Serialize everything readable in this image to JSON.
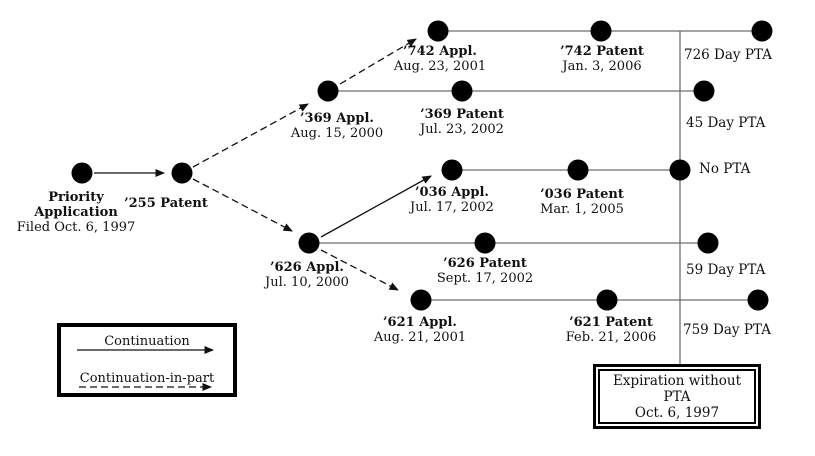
{
  "nodes": {
    "priority": {
      "title": "Priority Application",
      "date": "Filed Oct. 6, 1997"
    },
    "p255": {
      "title": "’255 Patent"
    },
    "a369": {
      "title": "’369 Appl.",
      "date": "Aug. 15, 2000"
    },
    "a742": {
      "title": "’742 Appl.",
      "date": "Aug. 23, 2001"
    },
    "p742": {
      "title": "’742 Patent",
      "date": "Jan. 3, 2006"
    },
    "p369": {
      "title": "’369 Patent",
      "date": "Jul. 23, 2002"
    },
    "a036": {
      "title": "’036 Appl.",
      "date": "Jul. 17, 2002"
    },
    "p036": {
      "title": "’036 Patent",
      "date": "Mar. 1, 2005"
    },
    "a626": {
      "title": "’626 Appl.",
      "date": "Jul. 10, 2000"
    },
    "p626": {
      "title": "’626 Patent",
      "date": "Sept. 17, 2002"
    },
    "a621": {
      "title": "’621 Appl.",
      "date": "Aug. 21, 2001"
    },
    "p621": {
      "title": "’621 Patent",
      "date": "Feb. 21, 2006"
    }
  },
  "pta_labels": {
    "row1": "726 Day PTA",
    "row2": "45 Day PTA",
    "row3": "No PTA",
    "row4": "59 Day PTA",
    "row5": "759 Day PTA"
  },
  "expiration_box": {
    "line1": "Expiration without",
    "line2": "PTA",
    "line3": "Oct. 6, 1997"
  },
  "legend": {
    "continuation_label": "Continuation",
    "cip_label": "Continuation-in-part"
  },
  "colors": {
    "node_fill": "#000000",
    "timeline_stroke": "#6e6e6e",
    "edge_stroke": "#111111"
  }
}
